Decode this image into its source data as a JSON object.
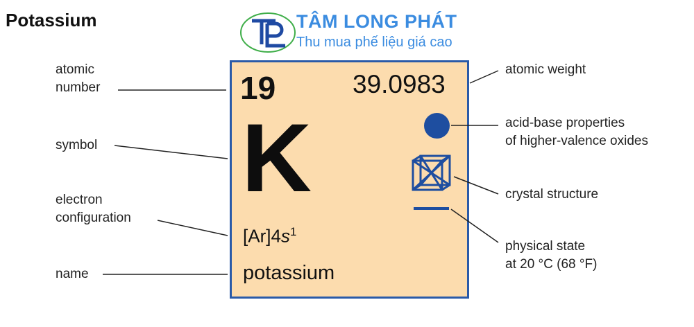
{
  "title": "Potassium",
  "logo": {
    "monogram": "TP",
    "brand": "TÂM LONG PHÁT",
    "tagline": "Thu mua phế liệu giá cao",
    "colors": {
      "ring": "#3fae49",
      "monogram": "#1f4aa3",
      "text": "#3b8ce0"
    }
  },
  "element": {
    "atomic_number": "19",
    "atomic_weight": "39.0983",
    "symbol": "K",
    "configuration_base": "[Ar]4",
    "configuration_orbital": "s",
    "configuration_exp": "1",
    "name": "potassium",
    "colors": {
      "tile": "#fcdcae",
      "border": "#2a5aa8",
      "icons": "#1e4ea0"
    }
  },
  "labels_left": {
    "atomic_number_1": "atomic",
    "atomic_number_2": "number",
    "symbol": "symbol",
    "electron_config_1": "electron",
    "electron_config_2": "configuration",
    "name": "name"
  },
  "labels_right": {
    "atomic_weight": "atomic weight",
    "acid_base_1": "acid-base properties",
    "acid_base_2": "of higher-valence oxides",
    "crystal": "crystal structure",
    "state_1": "physical state",
    "state_2": "at 20 °C (68 °F)"
  },
  "icons": {
    "acid_base": "filled-circle-icon",
    "crystal": "cubic-crystal-icon",
    "state": "solid-bar-icon"
  }
}
